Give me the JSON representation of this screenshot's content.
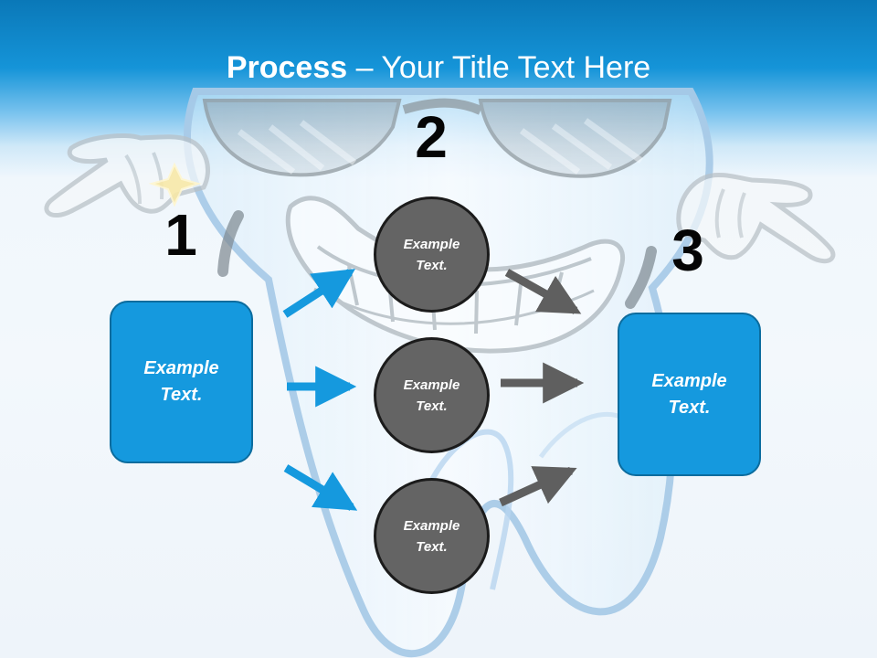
{
  "slide": {
    "title_strong": "Process",
    "title_rest": " – Your Title Text Here",
    "steps": [
      "1",
      "2",
      "3"
    ],
    "left_box_text": "Example Text.",
    "right_box_text": "Example Text.",
    "node_texts": [
      "Example Text.",
      "Example Text.",
      "Example Text."
    ],
    "colors": {
      "title_band": "#1594d8",
      "box_blue": "#1599de",
      "box_border": "#0b6c9e",
      "node_gray": "#646464",
      "arrow_blue": "#1599de",
      "arrow_gray": "#5f5f5f"
    },
    "icons": [
      "tooth-mascot-icon",
      "sunglasses-icon",
      "smile-icon",
      "glove-hand-icon",
      "sparkle-icon"
    ]
  }
}
